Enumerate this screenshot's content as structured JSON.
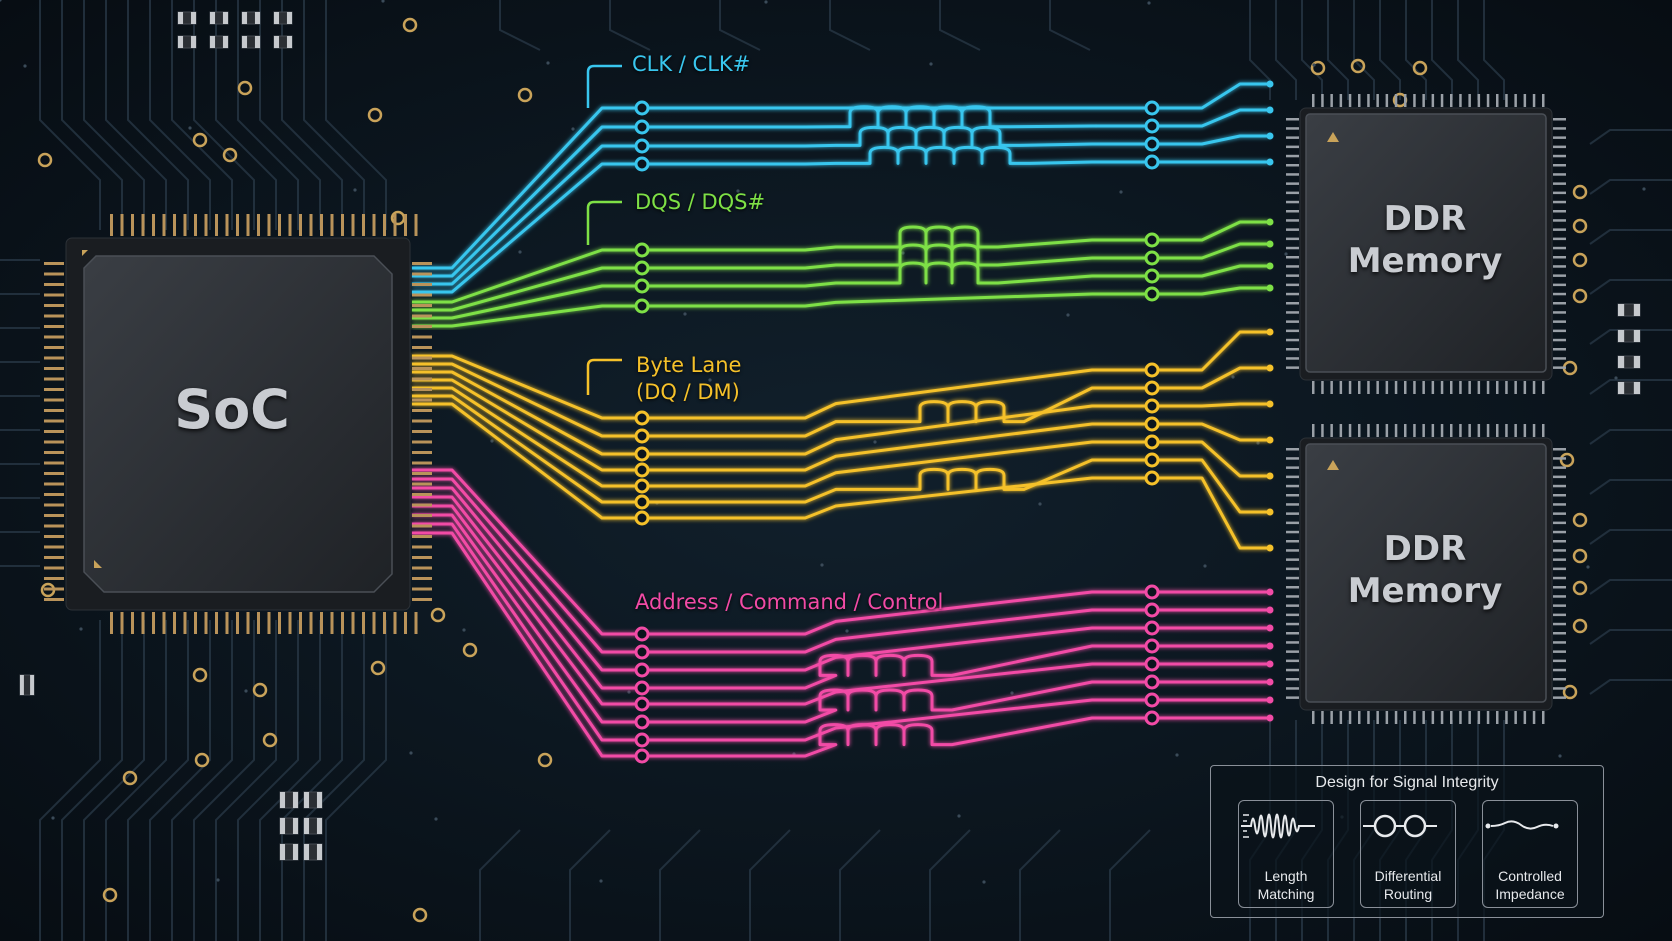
{
  "soc": {
    "label": "SoC"
  },
  "memories": [
    {
      "label": "DDR\nMemory"
    },
    {
      "label": "DDR\nMemory"
    }
  ],
  "buses": {
    "clk": {
      "label": "CLK / CLK#",
      "color": "#39c6ee"
    },
    "dqs": {
      "label": "DQS / DQS#",
      "color": "#7ee046"
    },
    "byte": {
      "label": "Byte Lane\n(DQ / DM)",
      "color": "#f5c12a"
    },
    "addr": {
      "label": "Address / Command / Control",
      "color": "#f24ba6"
    }
  },
  "legend": {
    "title": "Design for Signal Integrity",
    "items": [
      {
        "icon": "length-matching-icon",
        "label": "Length\nMatching"
      },
      {
        "icon": "differential-routing-icon",
        "label": "Differential\nRouting"
      },
      {
        "icon": "controlled-impedance-icon",
        "label": "Controlled\nImpedance"
      }
    ]
  },
  "colors": {
    "board": "#0b141d",
    "chip": "#2a2e33",
    "pin": "#b9935a",
    "via": "#c9a35a"
  }
}
